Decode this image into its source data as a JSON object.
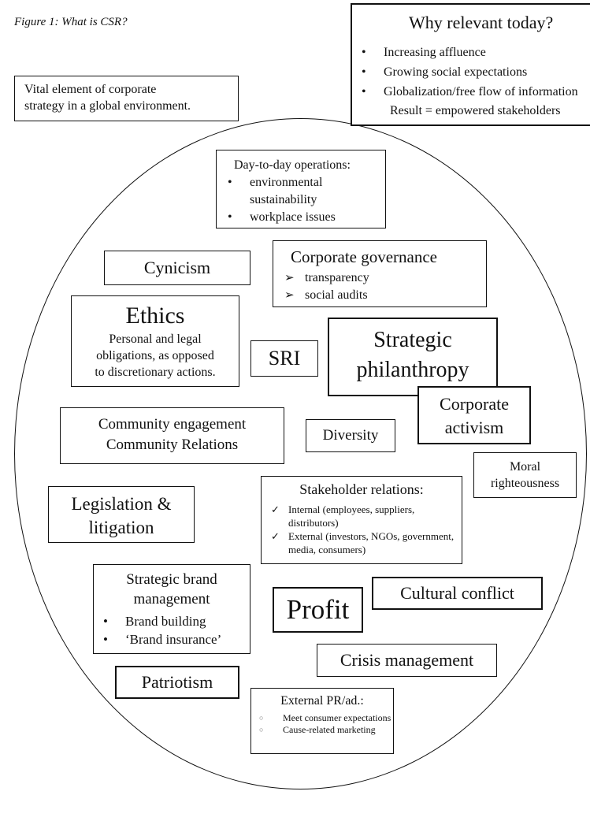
{
  "figure_caption": "Figure 1: What is CSR?",
  "why_relevant": {
    "title": "Why relevant today?",
    "items": [
      "Increasing affluence",
      "Growing social expectations",
      "Globalization/free flow of information"
    ],
    "result": "Result = empowered stakeholders"
  },
  "vital_element": {
    "line1": "Vital element of corporate",
    "line2": "strategy in a global environment."
  },
  "day_to_day": {
    "title": "Day-to-day operations:",
    "items": [
      "environmental sustainability",
      "workplace issues"
    ]
  },
  "cynicism": "Cynicism",
  "corporate_governance": {
    "title": "Corporate governance",
    "items": [
      "transparency",
      "social audits"
    ]
  },
  "ethics": {
    "title": "Ethics",
    "line1": "Personal and legal",
    "line2": "obligations, as opposed",
    "line3": "to discretionary actions."
  },
  "sri": "SRI",
  "strategic_philanthropy": {
    "line1": "Strategic",
    "line2": "philanthropy"
  },
  "corporate_activism": {
    "line1": "Corporate",
    "line2": "activism"
  },
  "community": {
    "line1": "Community engagement",
    "line2": "Community Relations"
  },
  "diversity": "Diversity",
  "moral": {
    "line1": "Moral",
    "line2": "righteousness"
  },
  "legislation": {
    "line1": "Legislation &",
    "line2": "litigation"
  },
  "stakeholder": {
    "title": "Stakeholder relations:",
    "items": [
      "Internal (employees, suppliers, distributors)",
      "External (investors,  NGOs, government, media, consumers)"
    ]
  },
  "brand": {
    "line1": "Strategic brand",
    "line2": "management",
    "items": [
      "Brand building",
      "‘Brand insurance’"
    ]
  },
  "profit": "Profit",
  "cultural_conflict": "Cultural conflict",
  "crisis_management": "Crisis management",
  "patriotism": "Patriotism",
  "external_pr": {
    "title": "External PR/ad.:",
    "items": [
      "Meet consumer expectations",
      "Cause-related marketing"
    ]
  }
}
